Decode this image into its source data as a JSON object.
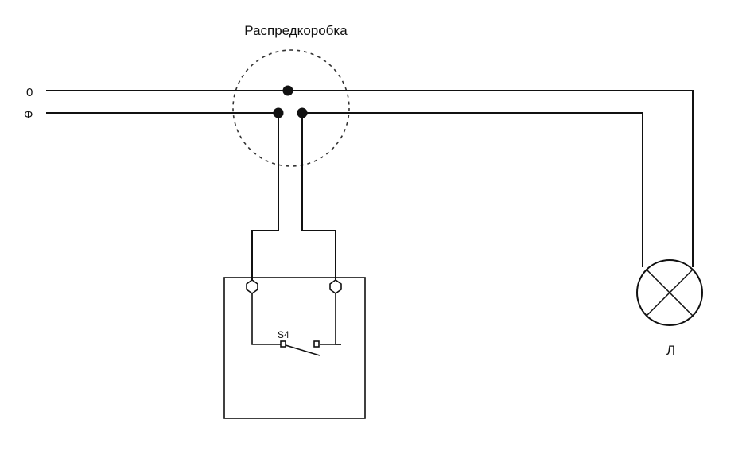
{
  "diagram": {
    "junction_box_label": "Распредкоробка",
    "neutral_label": "0",
    "phase_label": "Ф",
    "switch_label": "S4",
    "lamp_label": "Л"
  },
  "colors": {
    "line": "#111111",
    "dashed_outline": "#333333",
    "background": "#ffffff"
  }
}
